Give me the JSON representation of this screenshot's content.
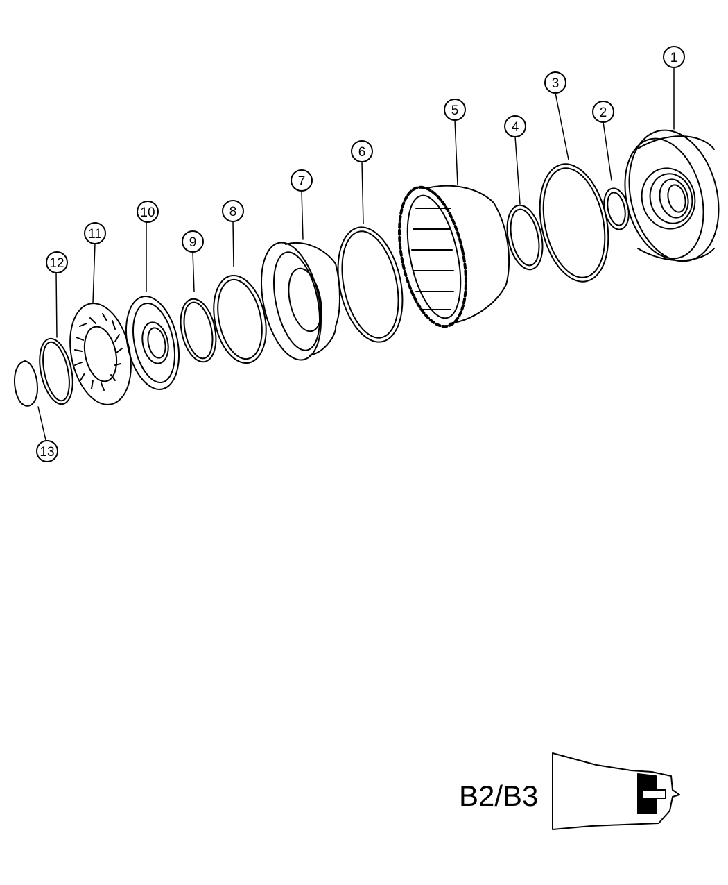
{
  "diagram": {
    "callouts": [
      "1",
      "2",
      "3",
      "4",
      "5",
      "6",
      "7",
      "8",
      "9",
      "10",
      "11",
      "12",
      "13"
    ],
    "locator": {
      "label": "B2/B3"
    }
  }
}
